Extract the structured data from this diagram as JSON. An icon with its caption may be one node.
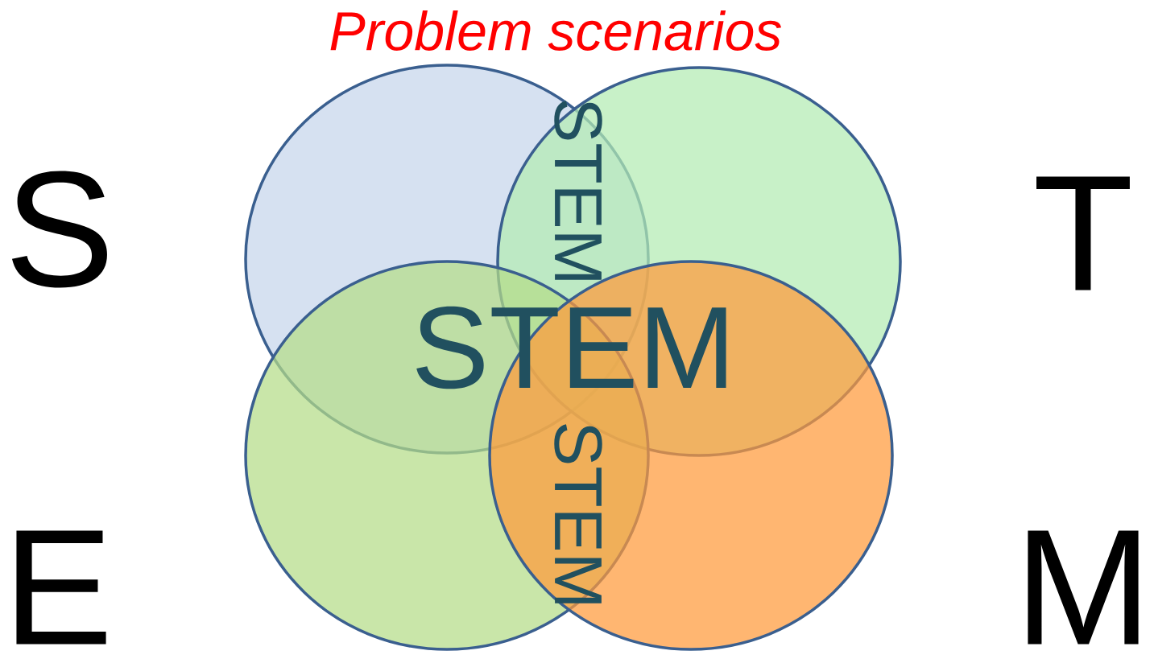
{
  "diagram": {
    "title": "Problem scenarios",
    "nodes": [
      {
        "text": [],
        "shape": "circle",
        "beside": [
          "S"
        ]
      },
      {
        "text": [],
        "shape": "circle",
        "beside": [
          "T"
        ]
      },
      {
        "text": [],
        "shape": "circle",
        "beside": [
          "E"
        ]
      },
      {
        "text": [],
        "shape": "circle",
        "beside": [
          "M"
        ]
      }
    ],
    "edges": [],
    "labels": [
      "STEM",
      "STEM",
      "STEM"
    ]
  }
}
